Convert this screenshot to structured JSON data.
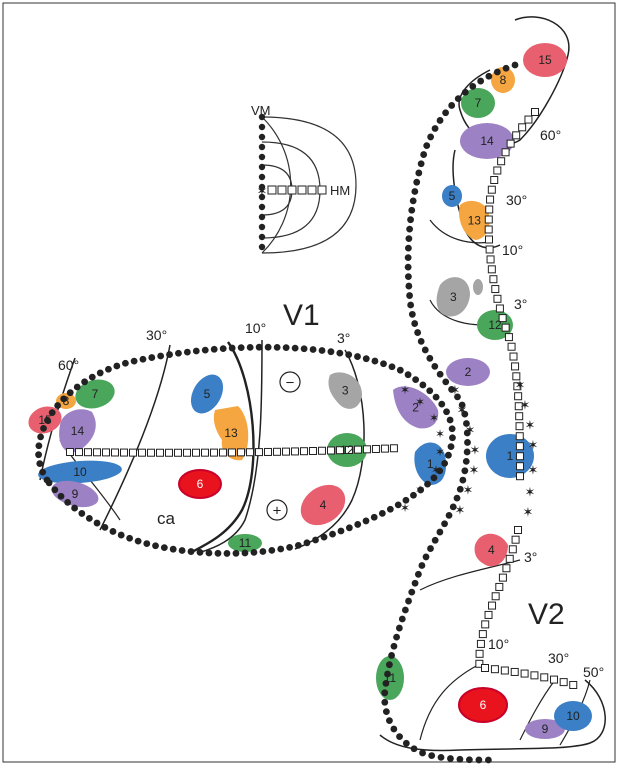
{
  "legend": {
    "vm": "VM",
    "hm": "HM"
  },
  "areas": {
    "v1": "V1",
    "v2": "V2",
    "ca": "ca"
  },
  "v1_degrees": {
    "d60": "60°",
    "d30": "30°",
    "d10": "10°",
    "d3": "3°"
  },
  "v2_degrees": {
    "d60": "60°",
    "d30": "30°",
    "d10": "10°",
    "d3": "3°",
    "d10b": "10°",
    "d30b": "30°",
    "d50": "50°"
  },
  "signs": {
    "minus": "−",
    "plus": "+"
  },
  "blobs": {
    "v1": [
      {
        "label": "15",
        "color": "#e8606f"
      },
      {
        "label": "8",
        "color": "#f5a640"
      },
      {
        "label": "7",
        "color": "#4aa65a"
      },
      {
        "label": "14",
        "color": "#9c82c4"
      },
      {
        "label": "10",
        "color": "#3b7fc6"
      },
      {
        "label": "9",
        "color": "#9c82c4"
      },
      {
        "label": "5",
        "color": "#3b7fc6"
      },
      {
        "label": "13",
        "color": "#f5a640"
      },
      {
        "label": "6",
        "color": "#e8131d"
      },
      {
        "label": "11",
        "color": "#4aa65a"
      },
      {
        "label": "3",
        "color": "#a5a5a5"
      },
      {
        "label": "12",
        "color": "#4aa65a"
      },
      {
        "label": "4",
        "color": "#e8606f"
      },
      {
        "label": "2",
        "color": "#9c82c4"
      },
      {
        "label": "1",
        "color": "#3b7fc6"
      }
    ],
    "v2": [
      {
        "label": "15",
        "color": "#e8606f"
      },
      {
        "label": "8",
        "color": "#f5a640"
      },
      {
        "label": "7",
        "color": "#4aa65a"
      },
      {
        "label": "14",
        "color": "#9c82c4"
      },
      {
        "label": "5",
        "color": "#3b7fc6"
      },
      {
        "label": "13",
        "color": "#f5a640"
      },
      {
        "label": "3",
        "color": "#a5a5a5"
      },
      {
        "label": "12",
        "color": "#4aa65a"
      },
      {
        "label": "2",
        "color": "#9c82c4"
      },
      {
        "label": "1",
        "color": "#3b7fc6"
      },
      {
        "label": "4",
        "color": "#e8606f"
      },
      {
        "label": "11",
        "color": "#4aa65a"
      },
      {
        "label": "6",
        "color": "#e8131d"
      },
      {
        "label": "9",
        "color": "#9c82c4"
      },
      {
        "label": "10",
        "color": "#3b7fc6"
      }
    ]
  }
}
